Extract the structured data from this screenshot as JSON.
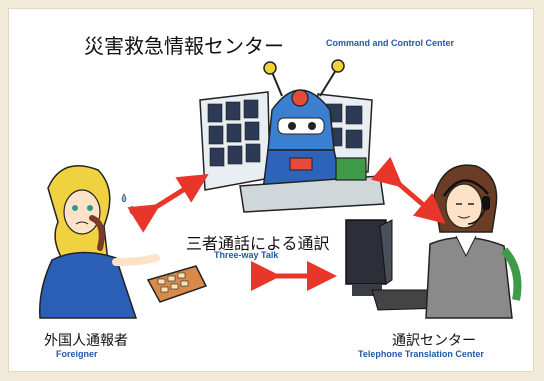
{
  "title": {
    "jp": "災害救急情報センター",
    "en": "Command and Control Center"
  },
  "three_way": {
    "jp": "三者通話による通訳",
    "en": "Three-way Talk"
  },
  "foreigner": {
    "jp": "外国人通報者",
    "en": "Foreigner"
  },
  "translation": {
    "jp": "通訳センター",
    "en": "Telephone Translation Center"
  },
  "colors": {
    "arrow": "#e8362a",
    "caption_en": "#2358a6",
    "background": "#f1ead8",
    "robot_blue": "#3a7fd0",
    "foreigner_hair": "#f0d240",
    "foreigner_dress": "#2a5fb5",
    "operator_vest": "#8a8a8a"
  },
  "icons": [
    "robot-operator-icon",
    "foreigner-phone-icon",
    "translator-headset-icon",
    "computer-monitor-icon",
    "rotary-phone-icon"
  ]
}
